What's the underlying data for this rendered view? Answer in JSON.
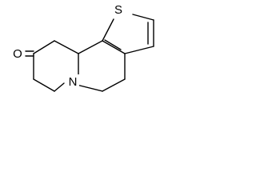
{
  "molecule": {
    "atoms": {
      "sulfur": "S",
      "oxygen": "O",
      "nitrogen": "N"
    },
    "colors": {
      "bond": "#000000",
      "background": "#ffffff"
    }
  }
}
